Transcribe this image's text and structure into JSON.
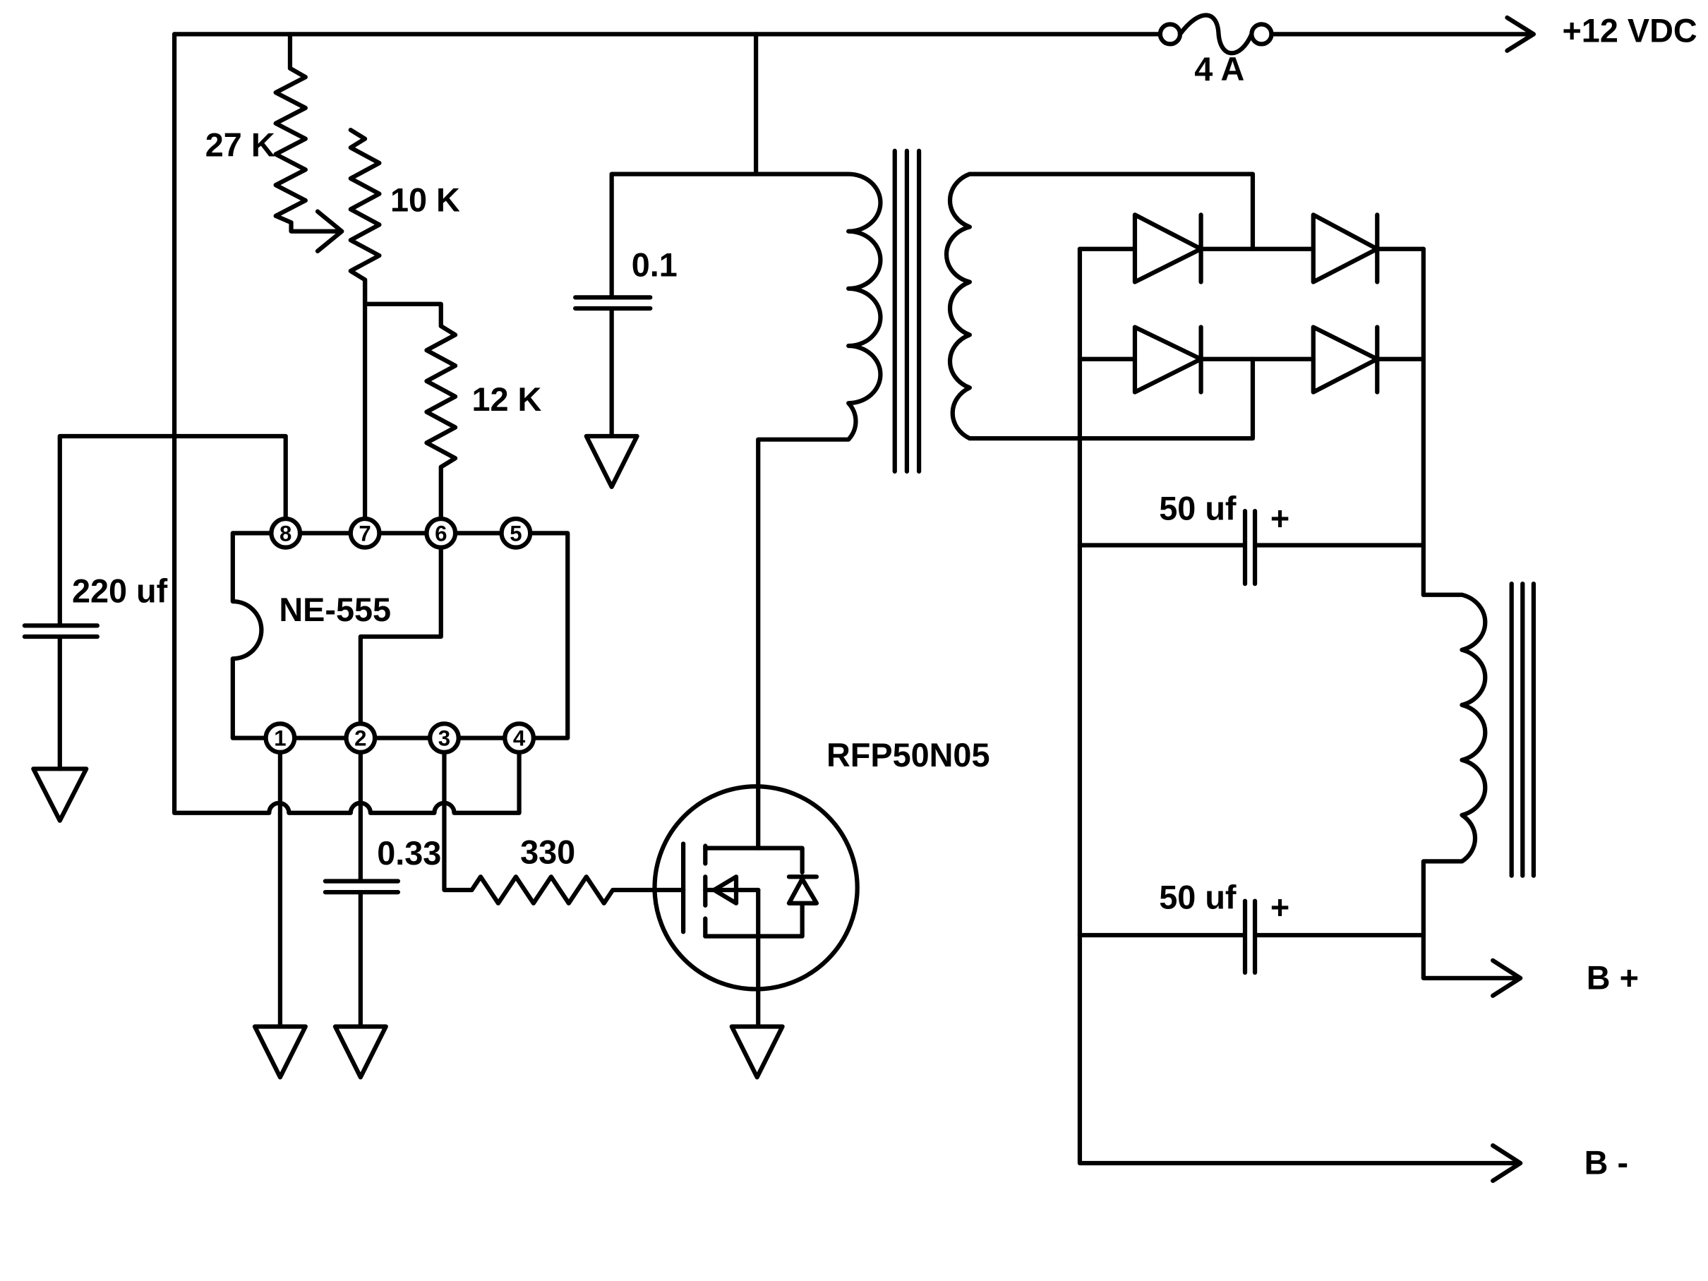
{
  "labels": {
    "supply": "+12 VDC",
    "fuse": "4 A",
    "r_27k": "27 K",
    "r_10k": "10 K",
    "r_12k": "12 K",
    "c_220uf": "220 uf",
    "c_0_1": "0.1",
    "ic_name": "NE-555",
    "c_0_33": "0.33",
    "r_330": "330",
    "mosfet": "RFP50N05",
    "c_50uf_top": "50 uf",
    "c_50uf_bottom": "50 uf",
    "plus_top": "+",
    "plus_bottom": "+",
    "out_pos": "B +",
    "out_neg": "B -"
  },
  "pins": {
    "p1": "1",
    "p2": "2",
    "p3": "3",
    "p4": "4",
    "p5": "5",
    "p6": "6",
    "p7": "7",
    "p8": "8"
  }
}
